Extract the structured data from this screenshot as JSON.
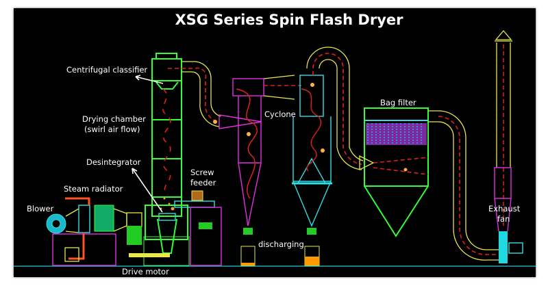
{
  "title": "XSG Series Spin Flash Dryer",
  "labels": {
    "classifier": "Centrifugal classifier",
    "drying_chamber": "Drying chamber",
    "swirl": "(swirl air flow)",
    "desintegrator": "Desintegrator",
    "screw_feeder_1": "Screw",
    "screw_feeder_2": "feeder",
    "steam_radiator": "Steam radiator",
    "blower": "Blower",
    "cyclone": "Cyclone",
    "bag_filter": "Bag filter",
    "exhaust_1": "Exhaust",
    "exhaust_2": "fan",
    "discharging": "discharging",
    "drive_motor": "Drive motor"
  },
  "colors": {
    "background": "#000000",
    "column": "#33ff33",
    "duct": "#e8e84a",
    "cyclone1": "#e030e0",
    "cyclone2": "#30e0e8",
    "airflow": "#e02020",
    "product": "#ff9900"
  }
}
